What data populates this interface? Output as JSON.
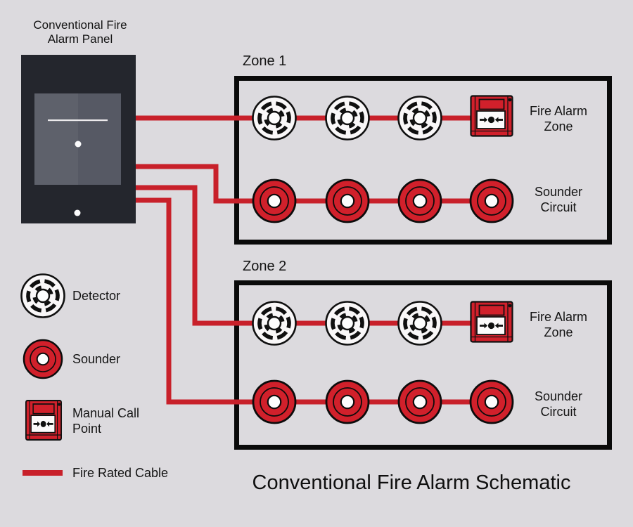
{
  "title": "Conventional Fire Alarm Schematic",
  "panel": {
    "label": "Conventional Fire\nAlarm Panel"
  },
  "zones": [
    {
      "name": "Zone 1",
      "detector_row_label": "Fire Alarm\nZone",
      "sounder_row_label": "Sounder\nCircuit",
      "detector_count": 3,
      "manual_call_point_count": 1,
      "sounder_count": 4
    },
    {
      "name": "Zone 2",
      "detector_row_label": "Fire Alarm\nZone",
      "sounder_row_label": "Sounder\nCircuit",
      "detector_count": 3,
      "manual_call_point_count": 1,
      "sounder_count": 4
    }
  ],
  "legend": {
    "detector_label": "Detector",
    "sounder_label": "Sounder",
    "manual_call_point_label": "Manual Call\nPoint",
    "fire_rated_cable_label": "Fire Rated Cable"
  },
  "colors": {
    "background": "#dcdade",
    "cable_red": "#c8202a",
    "device_red": "#d1202b",
    "panel_dark": "#24262d",
    "panel_screen_left": "#5e616b",
    "panel_screen_right": "#565964",
    "zone_border": "#0a0a0a",
    "text": "#141414"
  }
}
